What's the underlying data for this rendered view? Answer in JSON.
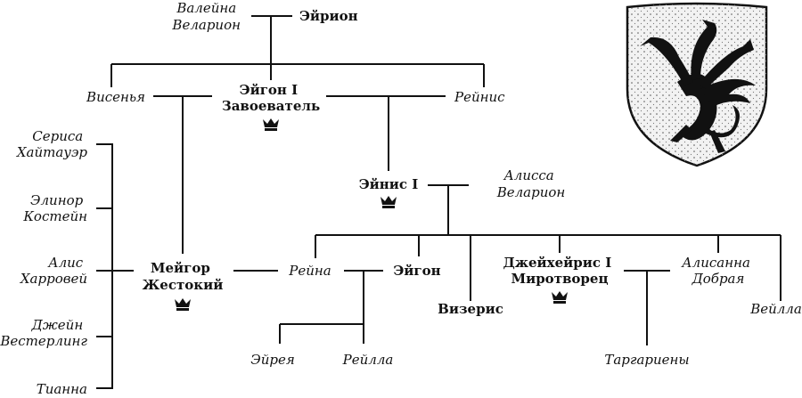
{
  "people": {
    "valaena": [
      "Валейна",
      "Веларион"
    ],
    "aerion": [
      "Эйрион"
    ],
    "visenya": [
      "Висенья"
    ],
    "aegon1": [
      "Эйгон I",
      "Завоеватель"
    ],
    "rhaenys": [
      "Рейнис"
    ],
    "aenys1": [
      "Эйнис I"
    ],
    "alyssa": [
      "Алисса",
      "Веларион"
    ],
    "ceryse": [
      "Сериса",
      "Хайтауэр"
    ],
    "elinor": [
      "Элинор",
      "Костейн"
    ],
    "alys": [
      "Алис",
      "Харровей"
    ],
    "jeyne": [
      "Джейн",
      "Вестерлинг"
    ],
    "tyanna": [
      "Тианна"
    ],
    "maegor": [
      "Мейгор",
      "Жестокий"
    ],
    "rhaena": [
      "Рейна"
    ],
    "aegon": [
      "Эйгон"
    ],
    "viserys": [
      "Визерис"
    ],
    "jaehaerys": [
      "Джейхейрис I",
      "Миротворец"
    ],
    "alysanne": [
      "Алисанна",
      "Добрая"
    ],
    "vaella": [
      "Вейлла"
    ],
    "aerea": [
      "Эйрея"
    ],
    "rhaella": [
      "Рейлла"
    ],
    "targaryens": [
      "Таргариены"
    ]
  },
  "icons": {
    "crown": "crown-icon",
    "sigil": "three-headed-dragon-sigil"
  },
  "colors": {
    "ink": "#111111",
    "paper": "#ffffff",
    "shield": "#f2f2f2"
  }
}
